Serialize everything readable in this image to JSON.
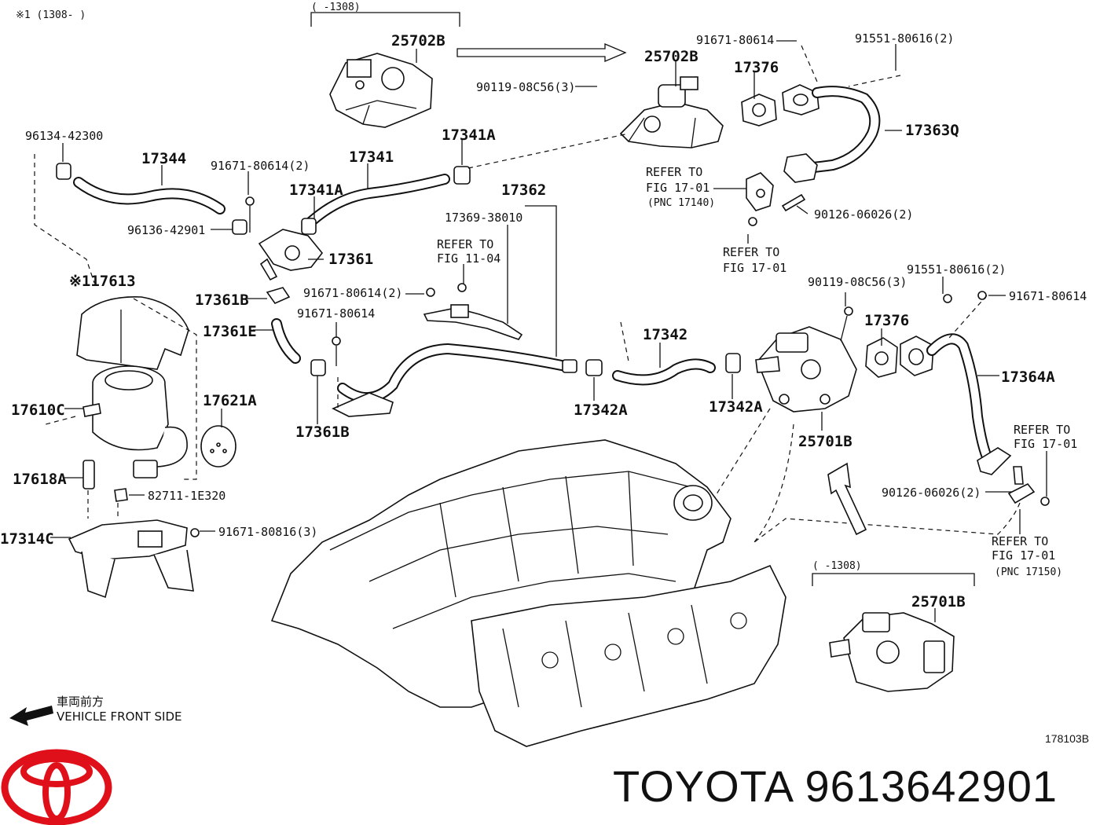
{
  "header": {
    "note_top_left": "※1 (1308-      )",
    "range_top": "(     -1308)",
    "range_bottom": "(     -1308)"
  },
  "labels": {
    "p25702B_a": "25702B",
    "p25702B_b": "25702B",
    "p91671_80614_top": "91671-80614",
    "p91551_80616_2_top": "91551-80616(2)",
    "p17376_top": "17376",
    "p90119_08C56_3_top": "90119-08C56(3)",
    "p17363Q": "17363Q",
    "p96134_42300": "96134-42300",
    "p17344": "17344",
    "p91671_80614_2_a": "91671-80614(2)",
    "p17341": "17341",
    "p17341A_top": "17341A",
    "p17341A_mid": "17341A",
    "p17362": "17362",
    "p96136_42901": "96136-42901",
    "p17369_38010": "17369-38010",
    "p17361": "17361",
    "p17613": "※117613",
    "p17361B_a": "17361B",
    "p91671_80614_2_b": "91671-80614(2)",
    "p17361E": "17361E",
    "p91671_80614_mid": "91671-80614",
    "p17342": "17342",
    "p17376_mid": "17376",
    "p90119_08C56_3_mid": "90119-08C56(3)",
    "p91551_80616_2_mid": "91551-80616(2)",
    "p91671_80614_right": "91671-80614",
    "p17364A": "17364A",
    "p17610C": "17610C",
    "p17621A": "17621A",
    "p17361B_b": "17361B",
    "p17342A_a": "17342A",
    "p17342A_b": "17342A",
    "p25701B_a": "25701B",
    "p17618A": "17618A",
    "p82711_1E320": "82711-1E320",
    "p90126_06026_2_top": "90126-06026(2)",
    "p90126_06026_2_bot": "90126-06026(2)",
    "p17314C": "17314C",
    "p91671_80816_3": "91671-80816(3)",
    "p25701B_b": "25701B"
  },
  "refer_notes": {
    "refer_17_01_pnc17140_l1": "REFER TO",
    "refer_17_01_pnc17140_l2": "FIG 17-01",
    "refer_17_01_pnc17140_l3": "(PNC 17140)",
    "refer_11_04_l1": "REFER TO",
    "refer_11_04_l2": "FIG 11-04",
    "refer_17_01_mid_l1": "REFER TO",
    "refer_17_01_mid_l2": "FIG 17-01",
    "refer_17_01_right_l1": "REFER TO",
    "refer_17_01_right_l2": "FIG 17-01",
    "refer_17_01_pnc17150_l1": "REFER TO",
    "refer_17_01_pnc17150_l2": "FIG 17-01",
    "refer_17_01_pnc17150_l3": "(PNC 17150)"
  },
  "footer": {
    "front_jp": "車両前方",
    "front_en": "VEHICLE FRONT SIDE",
    "figure_code": "178103B",
    "brand_text": "TOYOTA 9613642901",
    "logo_icon": "toyota-logo",
    "logo_color": "#e0101a"
  }
}
